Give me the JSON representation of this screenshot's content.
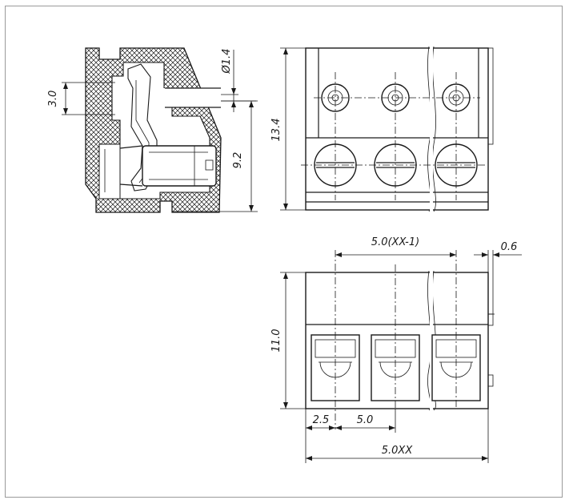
{
  "dimensions": {
    "height_top": "13.4",
    "pitch_span": "5.0(XX-1)",
    "offset_top_right": "0.6",
    "height_front": "11.0",
    "edge_offset": "2.5",
    "pitch": "5.0",
    "total_width": "5.0XX",
    "wire_entry": "3.0",
    "pin_hole_dia": "Ø1.4",
    "side_height": "9.2"
  },
  "colors": {
    "ink": "#1a1a1a",
    "frame": "#9a9a9a",
    "background": "#ffffff"
  }
}
